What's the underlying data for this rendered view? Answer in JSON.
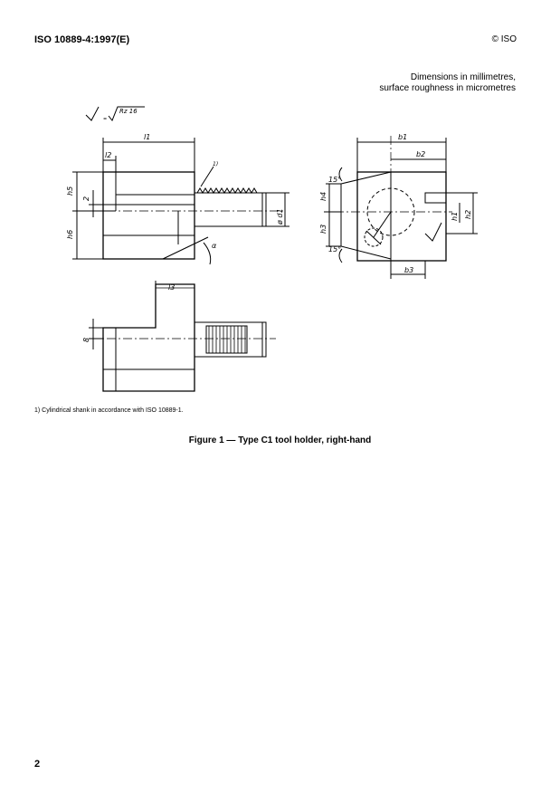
{
  "header": {
    "standard": "ISO 10889-4:1997(E)",
    "copyright": "© ISO"
  },
  "units_note": {
    "line1": "Dimensions in millimetres,",
    "line2": "surface roughness in micrometres"
  },
  "roughness": {
    "equals": "=",
    "value": "Rz 16"
  },
  "drawing_labels": {
    "l1": "l1",
    "l2": "l2",
    "l3": "l3",
    "h1": "h1",
    "h2": "h2",
    "h3": "h3",
    "h4": "h4",
    "h5": "h5",
    "h6": "h6",
    "b1": "b1",
    "b2": "b2",
    "b3": "b3",
    "d1": "ø d1",
    "alpha": "α",
    "two": "2",
    "eight": "8",
    "ref1": "1)",
    "angle_top": "15°",
    "angle_bottom": "15°"
  },
  "footnote": "1)   Cylindrical shank in accordance with ISO 10889-1.",
  "caption": "Figure 1 — Type C1 tool holder, right-hand",
  "page_number": "2"
}
